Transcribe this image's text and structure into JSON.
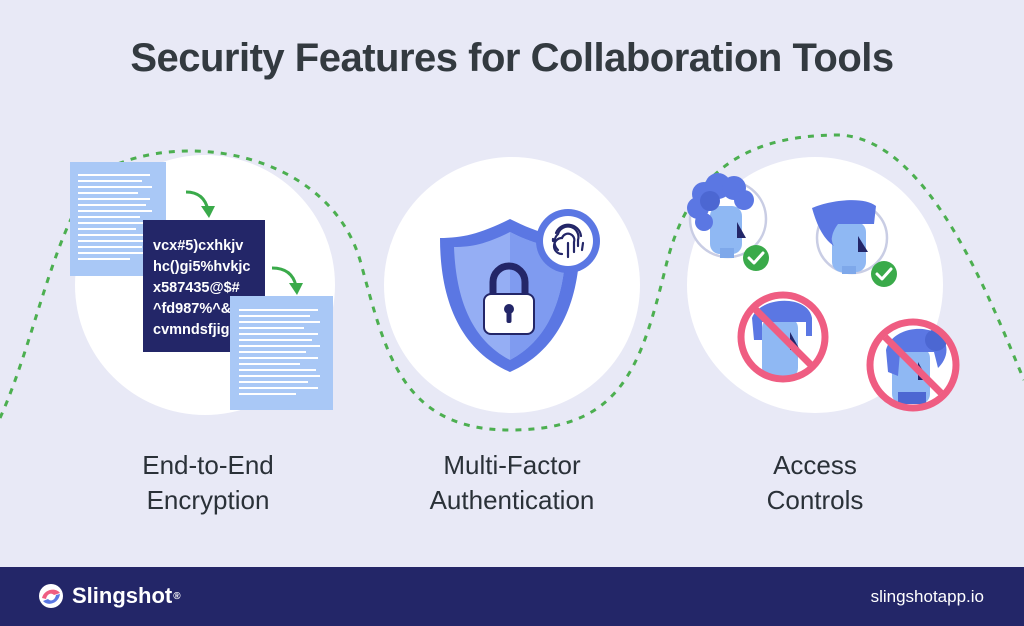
{
  "title": "Security Features for Collaboration Tools",
  "features": [
    {
      "line1": "End-to-End",
      "line2": "Encryption",
      "icon": "encrypted-document-icon"
    },
    {
      "line1": "Multi-Factor",
      "line2": "Authentication",
      "icon": "shield-fingerprint-lock-icon"
    },
    {
      "line1": "Access",
      "line2": "Controls",
      "icon": "user-access-icon"
    }
  ],
  "cipher_lines": [
    "vcx#5)cxhkjv",
    "hc()gi5%hvkjc",
    "x587435@$#",
    "^fd987%^&*ck",
    "cvmndsfjig"
  ],
  "footer": {
    "brand": "Slingshot",
    "brand_mark": "®",
    "url": "slingshotapp.io"
  },
  "colors": {
    "background": "#e8e9f6",
    "footer": "#232668",
    "accent_blue": "#5b77e3",
    "dashed_path": "#4caf50",
    "document": "#a9c8f6",
    "cipher_panel": "#232668",
    "check": "#3aaa4a",
    "deny": "#ef5d82"
  }
}
